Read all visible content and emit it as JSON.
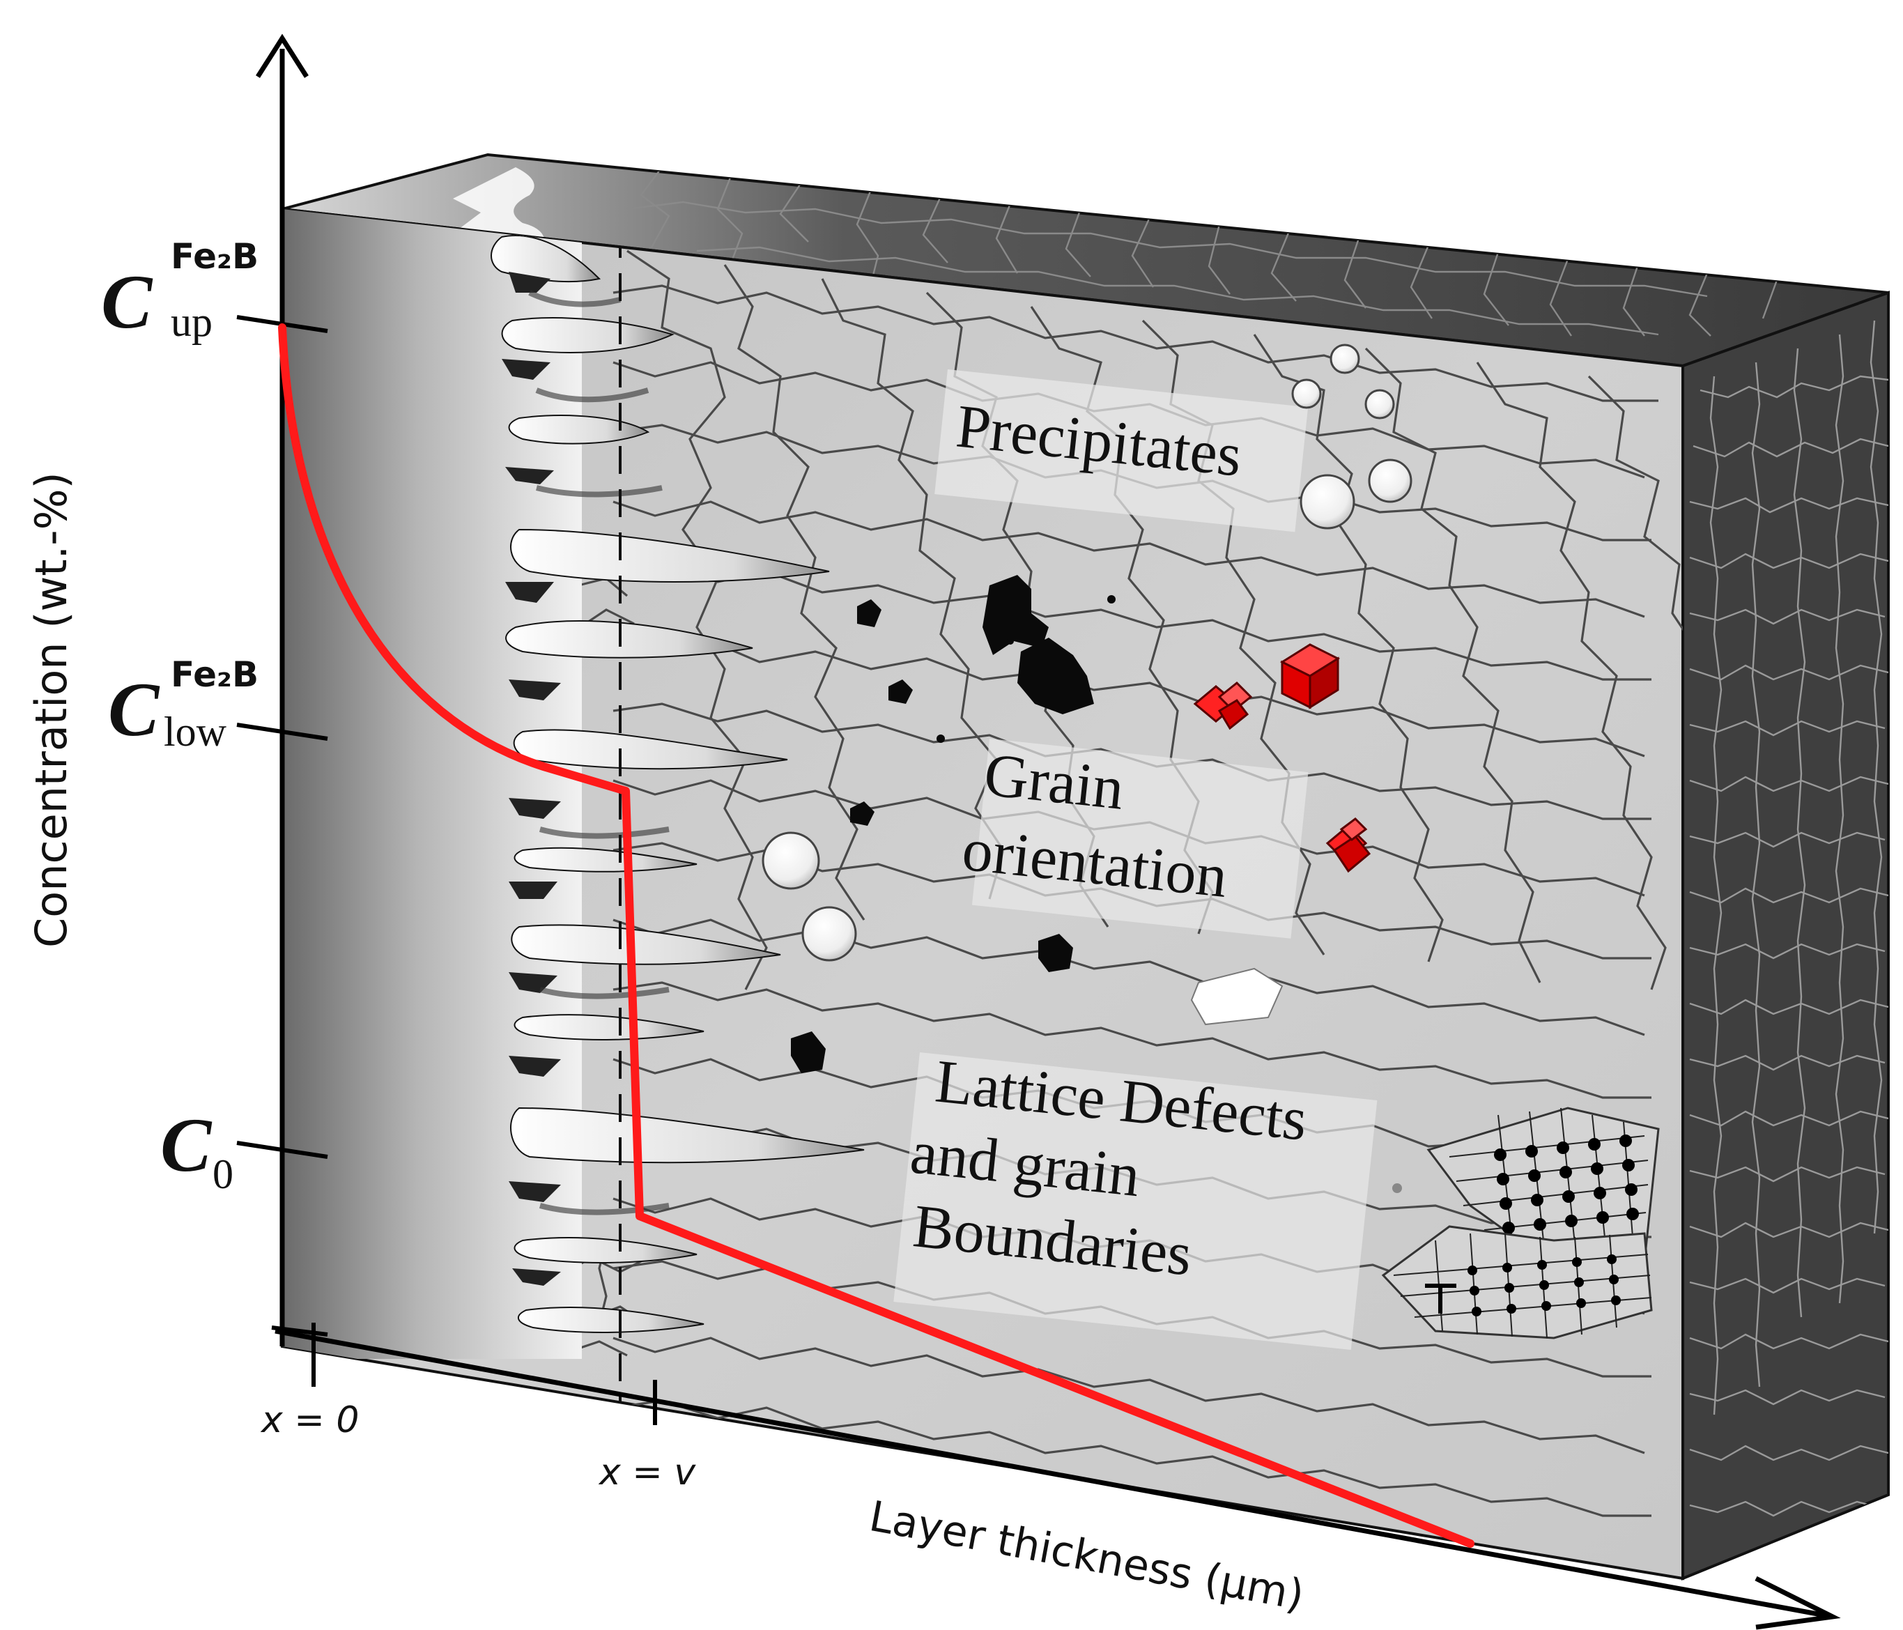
{
  "axes": {
    "y_label": "Concentration (wt.-%)",
    "x_label": "Layer thickness (μm)",
    "x_ticks": [
      {
        "id": "x0",
        "text": "x = 0"
      },
      {
        "id": "xv",
        "text": "x = v"
      }
    ]
  },
  "concentration_levels": [
    {
      "id": "c-up",
      "main": "C",
      "subscript": "up",
      "superscript": "Fe₂B"
    },
    {
      "id": "c-low",
      "main": "C",
      "subscript": "low",
      "superscript": "Fe₂B"
    },
    {
      "id": "c-0",
      "main": "C",
      "subscript": "0",
      "superscript": ""
    }
  ],
  "region_labels": {
    "precipitates": [
      "Precipitates"
    ],
    "grain_orientation": [
      "Grain",
      "orientation"
    ],
    "lattice_defects": [
      "Lattice Defects",
      "and grain",
      "Boundaries"
    ]
  },
  "colors": {
    "profile_curve": "#ff1a1a",
    "front_face": "#cfcfcf",
    "side_face": "#3d3d3d",
    "top_face": "#505050",
    "grain_boundary": "#4a4a4a",
    "precipitate_white": "#f4f4f4",
    "cube_red": "#ee1111",
    "defect_black": "#0a0a0a"
  },
  "icons": {
    "white_spheres": "precipitate-sphere-icon",
    "red_cubes": "oriented-grain-cube-icon",
    "black_grains": "defect-cluster-icon",
    "lattice_patches": "lattice-grid-icon",
    "dislocation": "dislocation-symbol-icon"
  }
}
